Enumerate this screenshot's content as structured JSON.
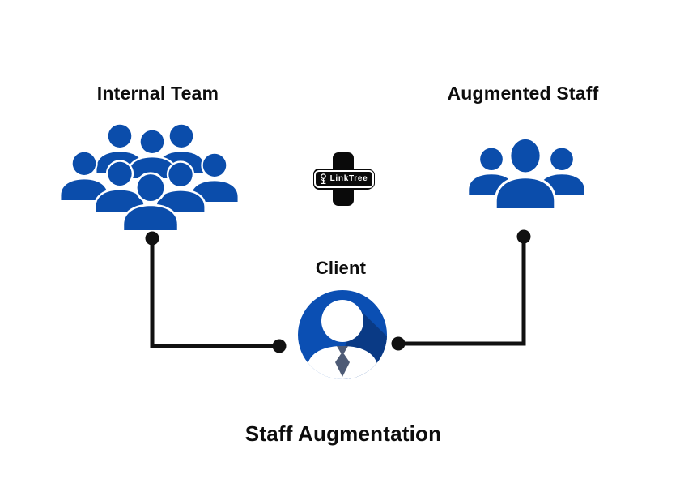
{
  "diagram": {
    "title": "Staff Augmentation",
    "nodes": {
      "internal_team": {
        "label": "Internal Team",
        "icon": "crowd-icon",
        "people_count": 8
      },
      "augmented_staff": {
        "label": "Augmented Staff",
        "icon": "team-icon",
        "people_count": 3
      },
      "client": {
        "label": "Client",
        "icon": "client-avatar-icon"
      }
    },
    "operator": {
      "symbol": "+",
      "badge": "LinkTree",
      "icon": "plus-icon",
      "badge_icon": "tree-icon"
    },
    "connectors": [
      {
        "from": "internal_team",
        "to": "client",
        "style": "elbow-line-with-dots"
      },
      {
        "from": "augmented_staff",
        "to": "client",
        "style": "elbow-line-with-dots"
      }
    ],
    "colors": {
      "background": "#ffffff",
      "people_blue": "#0b4dab",
      "client_blue": "#0b4fb3",
      "client_shadow_blue": "#0a3a85",
      "tie_gray": "#4e5b76",
      "line_black": "#111111",
      "text_black": "#0d0d0d",
      "plus_black": "#0a0a0a"
    }
  }
}
